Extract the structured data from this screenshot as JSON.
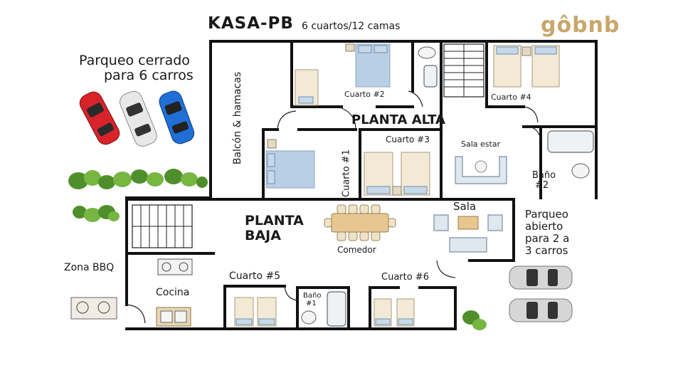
{
  "header": {
    "title": "KASA-PB",
    "subtitle": "6 cuartos/12 camas",
    "brand": "gôbnb"
  },
  "colors": {
    "brand": "#c9a66b",
    "walls": "#111111",
    "bed_blue": "#b9cfe3",
    "car_red": "#d9232a",
    "car_white": "#e8e8e8",
    "car_blue": "#1f6fd6",
    "hedge": "#4f8f2b"
  },
  "labels": {
    "closed_parking": [
      "Parqueo cerrado",
      "para 6 carros"
    ],
    "balcony": "Balcón & hamacas",
    "upper_floor": "PLANTA ALTA",
    "ground_floor": [
      "PLANTA",
      "BAJA"
    ],
    "room1": "Cuarto #1",
    "room2": "Cuarto #2",
    "room3": "Cuarto #3",
    "room4": "Cuarto #4",
    "room5": "Cuarto #5",
    "room6": "Cuarto #6",
    "living_upper": "Sala estar",
    "bath2": [
      "Baño",
      "#2"
    ],
    "bath1": [
      "Baño",
      "#1"
    ],
    "living": "Sala",
    "dining": "Comedor",
    "open_parking": [
      "Parqueo",
      "abierto",
      "para 2 a",
      "3 carros"
    ],
    "bbq": "Zona BBQ",
    "kitchen": "Cocina"
  },
  "icons": {
    "cars_closed": [
      "red-car-icon",
      "white-car-icon",
      "blue-car-icon"
    ],
    "cars_open": [
      "gray-car-icon",
      "gray-car-icon"
    ],
    "hedges": "hedge-icon",
    "stairs": "stairs-icon",
    "bbq_grill": "bbq-grill-icon"
  }
}
